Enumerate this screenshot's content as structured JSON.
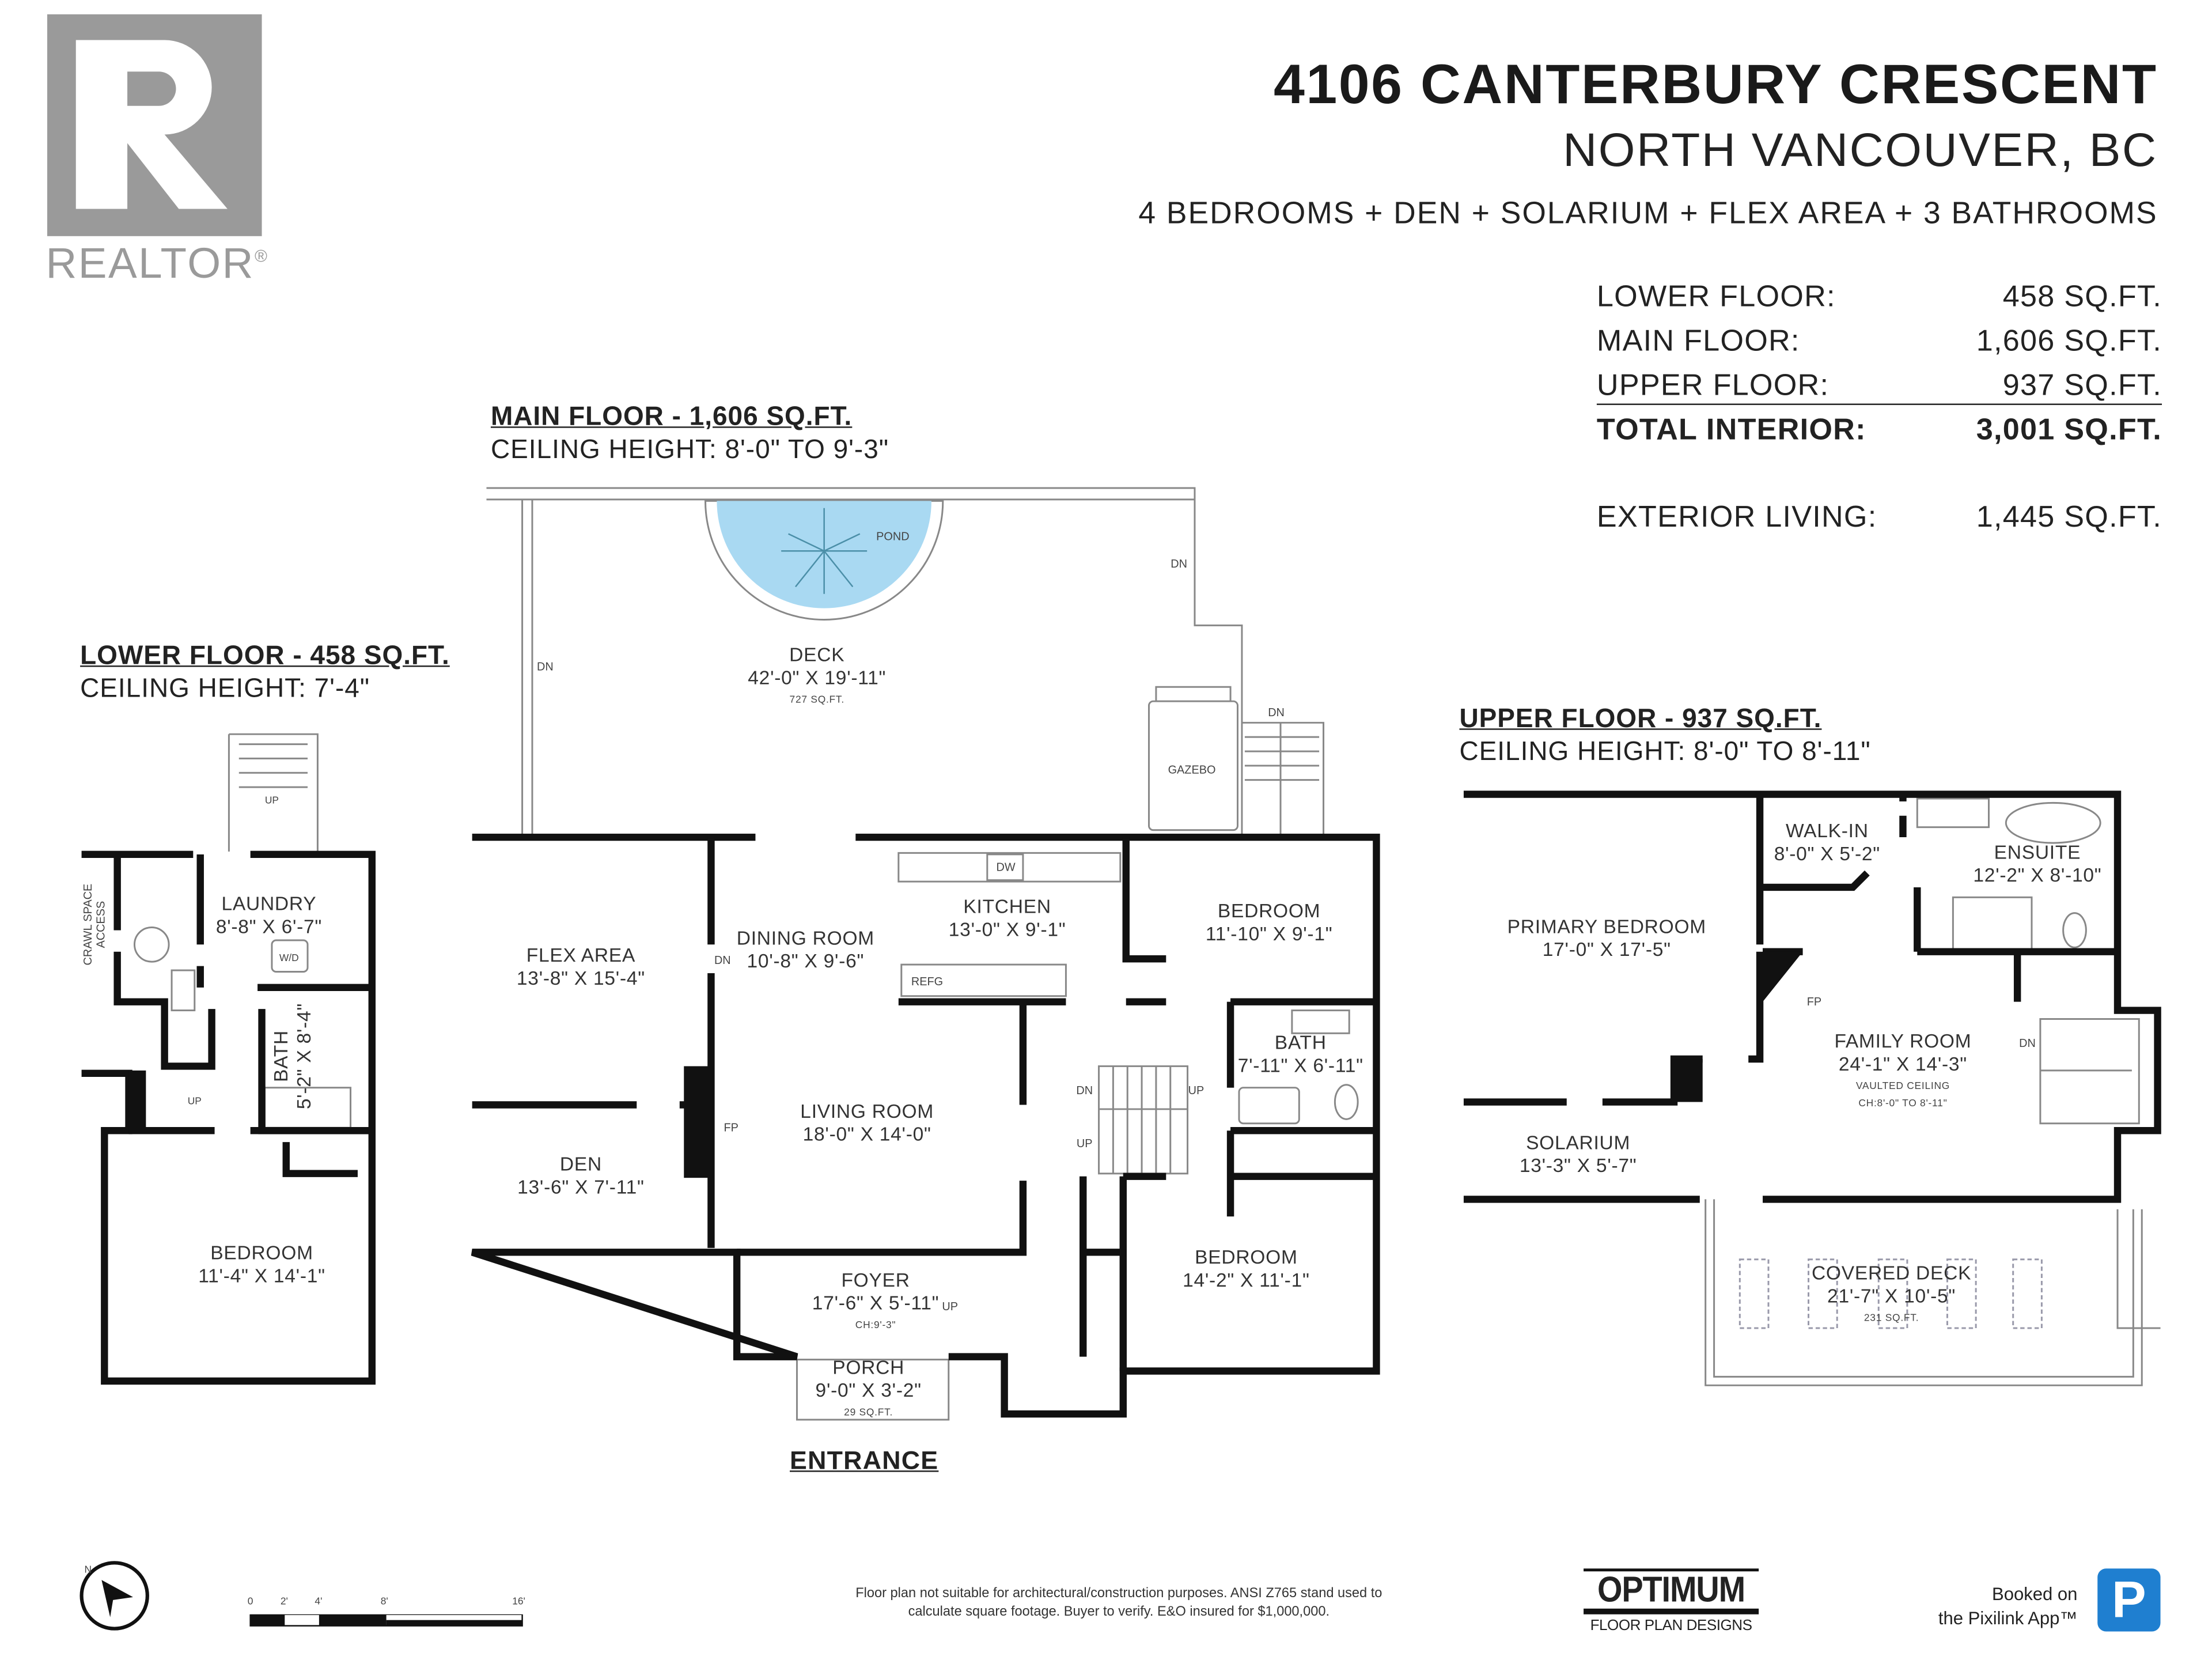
{
  "logo": {
    "brand": "REALTOR",
    "mark": "R",
    "color": "#9a9a9a"
  },
  "header": {
    "address": "4106 CANTERBURY CRESCENT",
    "city": "NORTH VANCOUVER, BC",
    "summary": "4 BEDROOMS + DEN + SOLARIUM + FLEX AREA + 3 BATHROOMS"
  },
  "areas": [
    {
      "label": "LOWER FLOOR:",
      "value": "458 SQ.FT."
    },
    {
      "label": "MAIN FLOOR:",
      "value": "1,606 SQ.FT."
    },
    {
      "label": "UPPER FLOOR:",
      "value": "937 SQ.FT."
    },
    {
      "label": "TOTAL INTERIOR:",
      "value": "3,001 SQ.FT."
    },
    {
      "label": "EXTERIOR LIVING:",
      "value": "1,445 SQ.FT."
    }
  ],
  "lower_floor": {
    "heading": "LOWER FLOOR - 458 SQ.FT.",
    "ceiling": "CEILING HEIGHT: 7'-4\"",
    "rooms": [
      {
        "name": "LAUNDRY",
        "dims": "8'-8\" X 6'-7\""
      },
      {
        "name": "BATH",
        "dims": "5'-2\" X 8'-4\""
      },
      {
        "name": "BEDROOM",
        "dims": "11'-4\" X 14'-1\""
      }
    ],
    "marks": {
      "crawl": "CRAWL SPACE",
      "access": "ACCESS",
      "wd": "W/D",
      "up1": "UP",
      "up2": "UP"
    }
  },
  "main_floor": {
    "heading": "MAIN FLOOR - 1,606 SQ.FT.",
    "ceiling": "CEILING HEIGHT: 8'-0\" TO 9'-3\"",
    "rooms": [
      {
        "name": "FLEX AREA",
        "dims": "13'-8\" X 15'-4\""
      },
      {
        "name": "DEN",
        "dims": "13'-6\" X 7'-11\""
      },
      {
        "name": "DINING ROOM",
        "dims": "10'-8\" X 9'-6\""
      },
      {
        "name": "KITCHEN",
        "dims": "13'-0\" X 9'-1\""
      },
      {
        "name": "LIVING ROOM",
        "dims": "18'-0\" X 14'-0\""
      },
      {
        "name": "BEDROOM",
        "dims": "11'-10\" X 9'-1\""
      },
      {
        "name": "BATH",
        "dims": "7'-11\" X 6'-11\""
      },
      {
        "name": "BEDROOM",
        "dims": "14'-2\" X 11'-1\""
      },
      {
        "name": "FOYER",
        "dims": "17'-6\" X 5'-11\"",
        "note": "CH:9'-3\""
      },
      {
        "name": "PORCH",
        "dims": "9'-0\" X 3'-2\"",
        "area": "29 SQ.FT."
      },
      {
        "name": "DECK",
        "dims": "42'-0\" X 19'-11\"",
        "area": "727 SQ.FT."
      }
    ],
    "marks": {
      "pond": "POND",
      "gazebo": "GAZEBO",
      "refg": "REFG",
      "dw": "DW",
      "fp": "FP",
      "dn": "DN",
      "up": "UP",
      "entrance": "ENTRANCE"
    },
    "pond_color": "#a9d9f2"
  },
  "upper_floor": {
    "heading": "UPPER FLOOR - 937 SQ.FT.",
    "ceiling": "CEILING HEIGHT: 8'-0\" TO 8'-11\"",
    "rooms": [
      {
        "name": "WALK-IN",
        "dims": "8'-0\" X 5'-2\""
      },
      {
        "name": "ENSUITE",
        "dims": "12'-2\" X 8'-10\""
      },
      {
        "name": "PRIMARY BEDROOM",
        "dims": "17'-0\" X 17'-5\""
      },
      {
        "name": "FAMILY ROOM",
        "dims": "24'-1\" X 14'-3\"",
        "note1": "VAULTED CEILING",
        "note2": "CH:8'-0\" TO 8'-11\""
      },
      {
        "name": "SOLARIUM",
        "dims": "13'-3\" X 5'-7\""
      },
      {
        "name": "COVERED DECK",
        "dims": "21'-7\" X 10'-5\"",
        "area": "231 SQ.FT."
      }
    ],
    "marks": {
      "fp": "FP",
      "dn": "DN"
    }
  },
  "footer": {
    "scale_ticks": [
      "0",
      "2'",
      "4'",
      "8'",
      "16'"
    ],
    "compass": "N",
    "disclaimer_1": "Floor plan not suitable for architectural/construction purposes. ANSI Z765 stand used to",
    "disclaimer_2": "calculate square footage. Buyer to verify. E&O insured for $1,000,000.",
    "optimum": "OPTIMUM",
    "optimum_sub": "FLOOR PLAN DESIGNS",
    "booked_1": "Booked on",
    "booked_2": "the Pixilink App™",
    "pixilink_mark": "P",
    "pixilink_color": "#1f7fd0"
  }
}
